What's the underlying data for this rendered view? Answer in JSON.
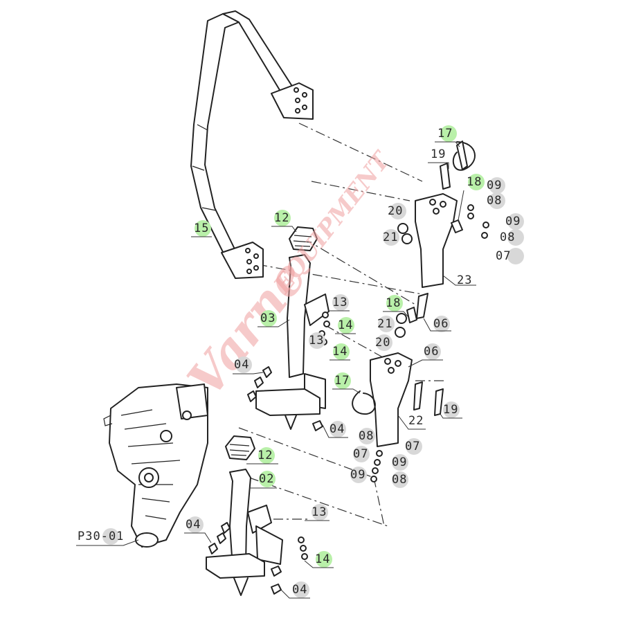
{
  "watermark": {
    "main": "Varne",
    "sub": "EQUIPMENT",
    "color": "#f0a0a0"
  },
  "colors": {
    "line": "#222222",
    "highlight_green": "#b9f0a9",
    "highlight_grey": "#d8d8d8"
  },
  "callouts": {
    "c17a": "17",
    "c19a": "19",
    "c18a": "18",
    "c09a": "09",
    "c08a": "08",
    "c09b": "09",
    "c08b": "08",
    "c07a": "07",
    "c20a": "20",
    "c21a": "21",
    "c15": "15",
    "c12a": "12",
    "c23": "23",
    "c13a": "13",
    "c18b": "18",
    "c14a": "14",
    "c21b": "21",
    "c06a": "06",
    "c03": "03",
    "c13b": "13",
    "c20b": "20",
    "c14b": "14",
    "c06b": "06",
    "c04a": "04",
    "c17b": "17",
    "c22": "22",
    "c19b": "19",
    "c04b": "04",
    "c08c": "08",
    "c07b": "07",
    "c07c": "07",
    "c09c": "09",
    "c09d": "09",
    "c08d": "08",
    "c12b": "12",
    "c02": "02",
    "cP30": "P30-01",
    "c13c": "13",
    "c04c": "04",
    "c14c": "14",
    "c04d": "04"
  }
}
